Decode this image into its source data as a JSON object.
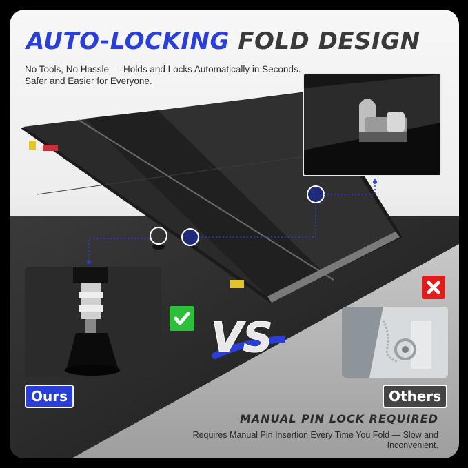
{
  "headline": {
    "accent": "AUTO-LOCKING",
    "rest": "FOLD DESIGN"
  },
  "subtitle": "No Tools, No Hassle — Holds and Locks Automatically in Seconds. Safer and Easier for Everyone.",
  "vs_text": "VS",
  "ours_label": "Ours",
  "others_label": "Others",
  "others_section": {
    "title": "MANUAL PIN LOCK REQUIRED",
    "description": "Requires Manual Pin Insertion Every Time You Fold — Slow and Inconvenient."
  },
  "colors": {
    "accent_blue": "#2a3fd7",
    "check_green": "#2bbf3a",
    "cross_red": "#e01c1c",
    "dark_text": "#3a3a3a"
  },
  "icons": {
    "check": "check-icon",
    "cross": "close-icon"
  }
}
